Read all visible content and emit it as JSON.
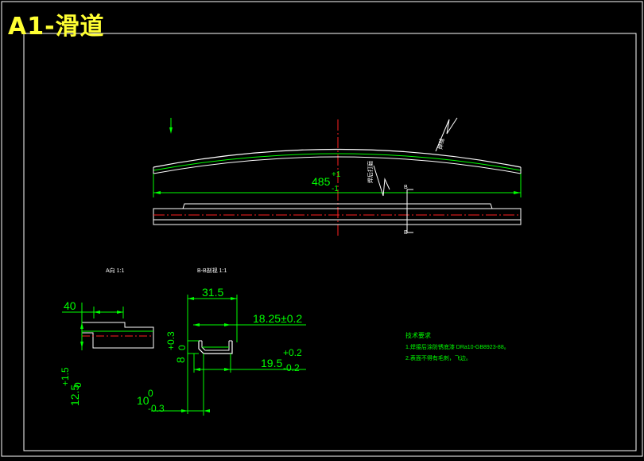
{
  "title": "A1-滑道",
  "colors": {
    "background": "#000000",
    "frame": "#ffffff",
    "dimension": "#00ff00",
    "centerline": "#ff2020",
    "title": "#ffff33"
  },
  "main_view": {
    "overall_length": "485",
    "tol_upper": "+1",
    "tol_lower": "-1",
    "note_section": "B-B",
    "section_mark": "B"
  },
  "detail_a": {
    "label": "A向 1:1",
    "dim_width": "40",
    "dim_height": "12.5",
    "dim_height_upper": "+1.5",
    "dim_height_lower": "0"
  },
  "detail_b": {
    "label": "B-B剖视 1:1",
    "dim_top": "31.5",
    "dim_inner": "18.25±0.2",
    "dim_height": "8",
    "dim_height_upper": "+0.3",
    "dim_height_lower": "0",
    "dim_lower": "19.5",
    "dim_lower_upper": "+0.2",
    "dim_lower_lower": "-0.2",
    "dim_bottom": "10",
    "dim_bottom_upper": "0",
    "dim_bottom_lower": "-0.3"
  },
  "tech_notes": {
    "heading": "技术要求",
    "line1": "1.焊接后涂防锈底漆 DRa10-GB8923-88。",
    "line2": "2.表面不得有毛刺，飞边。"
  }
}
